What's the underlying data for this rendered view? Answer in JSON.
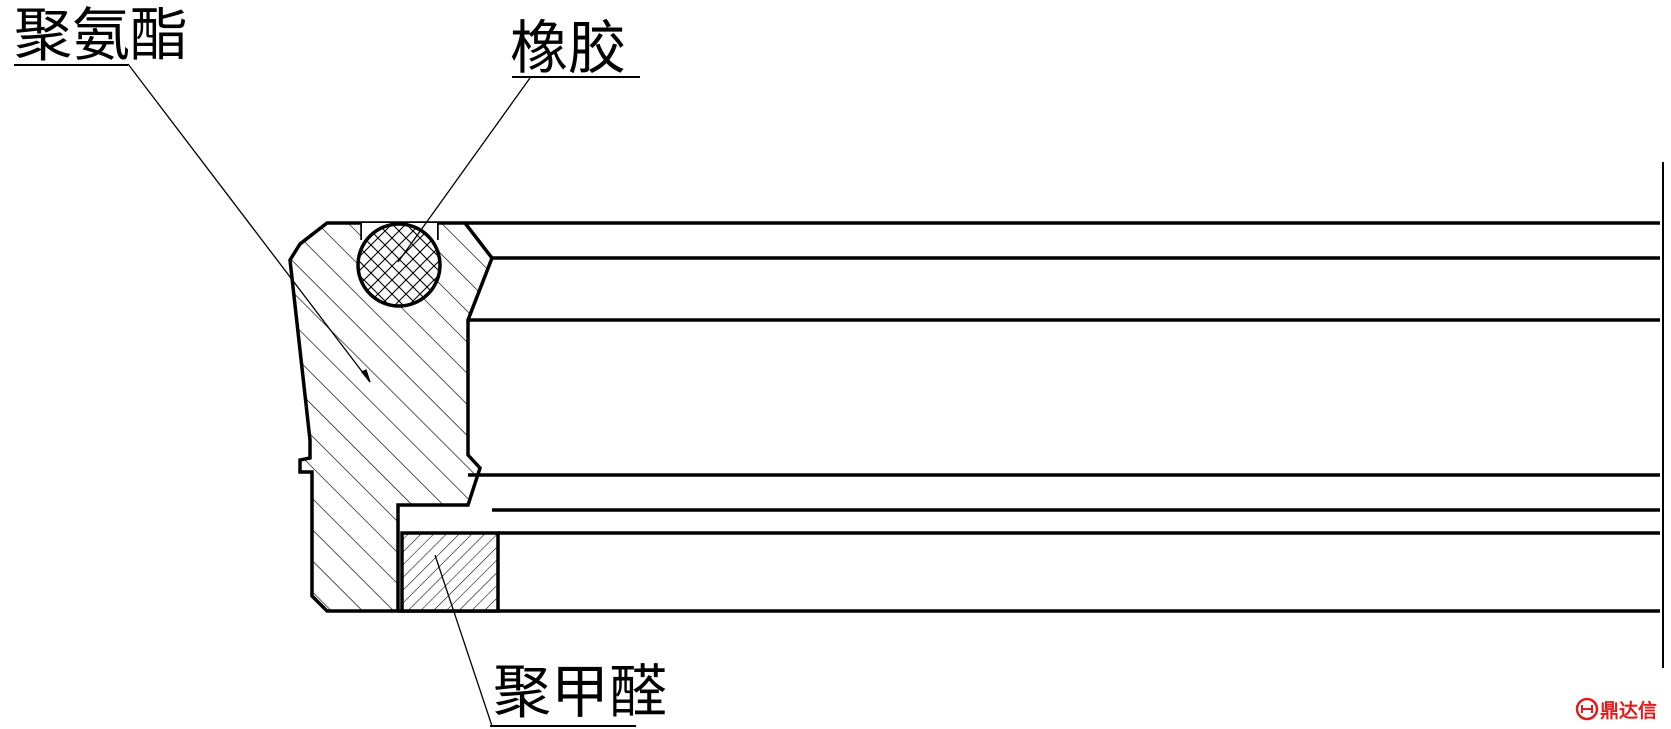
{
  "labels": {
    "polyurethane": "聚氨酯",
    "rubber": "橡胶",
    "polyoxymethylene": "聚甲醛"
  },
  "watermark": {
    "text": "鼎达信",
    "color": "#e11c1c"
  },
  "colors": {
    "line": "#000000",
    "background": "#ffffff"
  }
}
